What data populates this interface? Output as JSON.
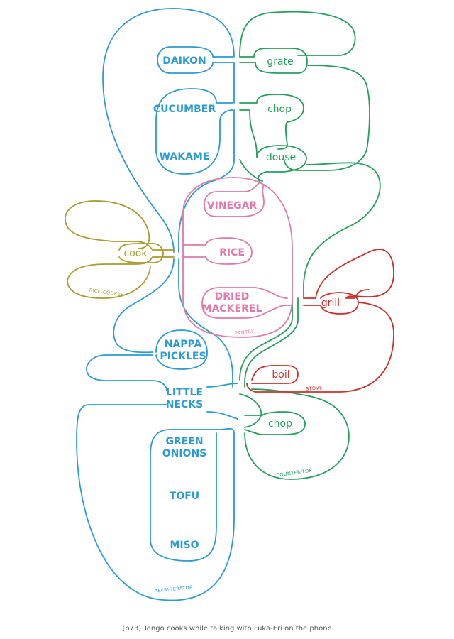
{
  "colors": {
    "refrigerator": "#2b9bd0",
    "counter": "#22a05a",
    "pantry": "#e17aa8",
    "stove": "#c9302c",
    "rice_cooker": "#a89a2e"
  },
  "ingredients": {
    "daikon": "DAIKON",
    "cucumber": "CUCUMBER",
    "wakame": "WAKAME",
    "vinegar": "VINEGAR",
    "rice": "RICE",
    "dried_mackerel_1": "DRIED",
    "dried_mackerel_2": "MACKEREL",
    "nappa_1": "NAPPA",
    "nappa_2": "PICKLES",
    "little_necks_1": "LITTLE",
    "little_necks_2": "NECKS",
    "green_onions_1": "GREEN",
    "green_onions_2": "ONIONS",
    "tofu": "TOFU",
    "miso": "MISO"
  },
  "actions": {
    "grate": "grate",
    "chop_top": "chop",
    "douse": "douse",
    "cook": "cook",
    "grill": "grill",
    "boil": "boil",
    "chop_bottom": "chop"
  },
  "locations": {
    "rice_cooker": "RICE-COOKER",
    "pantry": "PANTRY",
    "stove": "STOVE",
    "counter_top": "COUNTER-TOP",
    "refrigerator": "REFRIGERATOR"
  },
  "caption": "(p73) Tengo cooks while talking with Fuka-Eri on the phone"
}
